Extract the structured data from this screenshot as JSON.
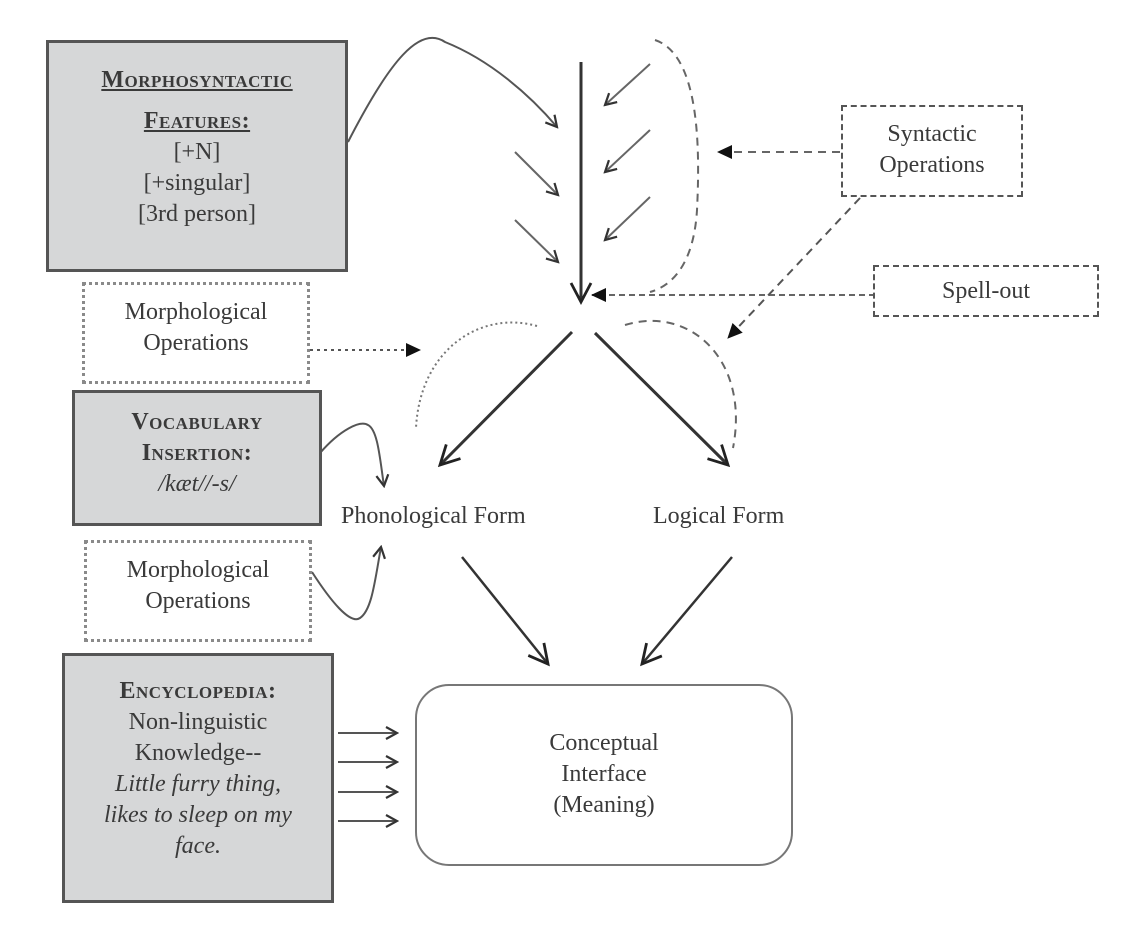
{
  "diagram": {
    "morphosyntactic_box": {
      "title_line1": "Morphosyntactic",
      "title_line2": "Features:",
      "features": [
        "[+N]",
        "[+singular]",
        "[3rd person]"
      ]
    },
    "morph_ops_top": {
      "line1": "Morphological",
      "line2": "Operations"
    },
    "vocabulary_box": {
      "title_line1": "Vocabulary",
      "title_line2": "Insertion:",
      "transcription": "/kæt//-s/"
    },
    "morph_ops_bottom": {
      "line1": "Morphological",
      "line2": "Operations"
    },
    "encyclopedia_box": {
      "title": "Encyclopedia:",
      "line1": "Non-linguistic",
      "line2": "Knowledge--",
      "italic_lines": [
        "Little furry thing,",
        "likes to sleep on my",
        "face."
      ]
    },
    "syntactic_ops_box": {
      "line1": "Syntactic",
      "line2": "Operations"
    },
    "spellout_box": {
      "label": "Spell-out"
    },
    "phonological_form": "Phonological Form",
    "logical_form": "Logical Form",
    "conceptual_box": {
      "line1": "Conceptual",
      "line2": "Interface",
      "line3": "(Meaning)"
    }
  }
}
